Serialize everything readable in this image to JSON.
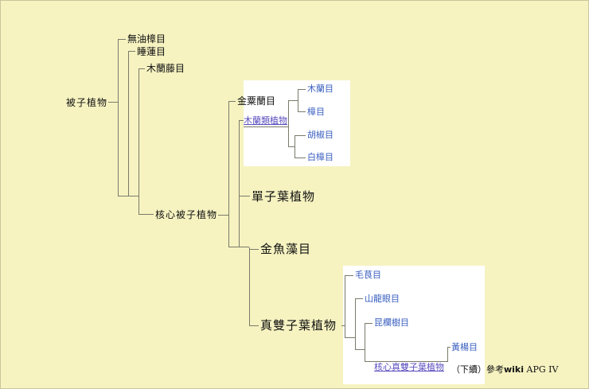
{
  "tree": {
    "root": "被子植物",
    "wuyouzhangmu": "無油樟目",
    "shuilianmu": "睡蓮目",
    "mulantengmu": "木蘭藤目",
    "hexinbeizi": "核心被子植物",
    "jinsulanmu": "金粟蘭目",
    "mulanleizhiwu": "木蘭類植物",
    "mulanmu": "木蘭目",
    "zhangmu": "樟目",
    "hujiaomu": "胡椒目",
    "baizhangmu": "白樟目",
    "danziye": "單子葉植物",
    "jinyuzaomu": "金魚藻目",
    "zhenshuangziye": "真雙子葉植物",
    "maogenmu": "毛茛目",
    "shanlongyanmu": "山龍眼目",
    "kunlanshumu": "昆欄樹目",
    "huangyangmu": "黃楊目",
    "hexinzhenshuangziye": "核心真雙子葉植物"
  },
  "footer": {
    "continued": "（下續）",
    "ref": "參考",
    "wiki": "wiki",
    "apg": "APG IV"
  },
  "colors": {
    "background": "#f6f3c1",
    "line": "#7a7a6a",
    "link": "#3a5fbf"
  }
}
